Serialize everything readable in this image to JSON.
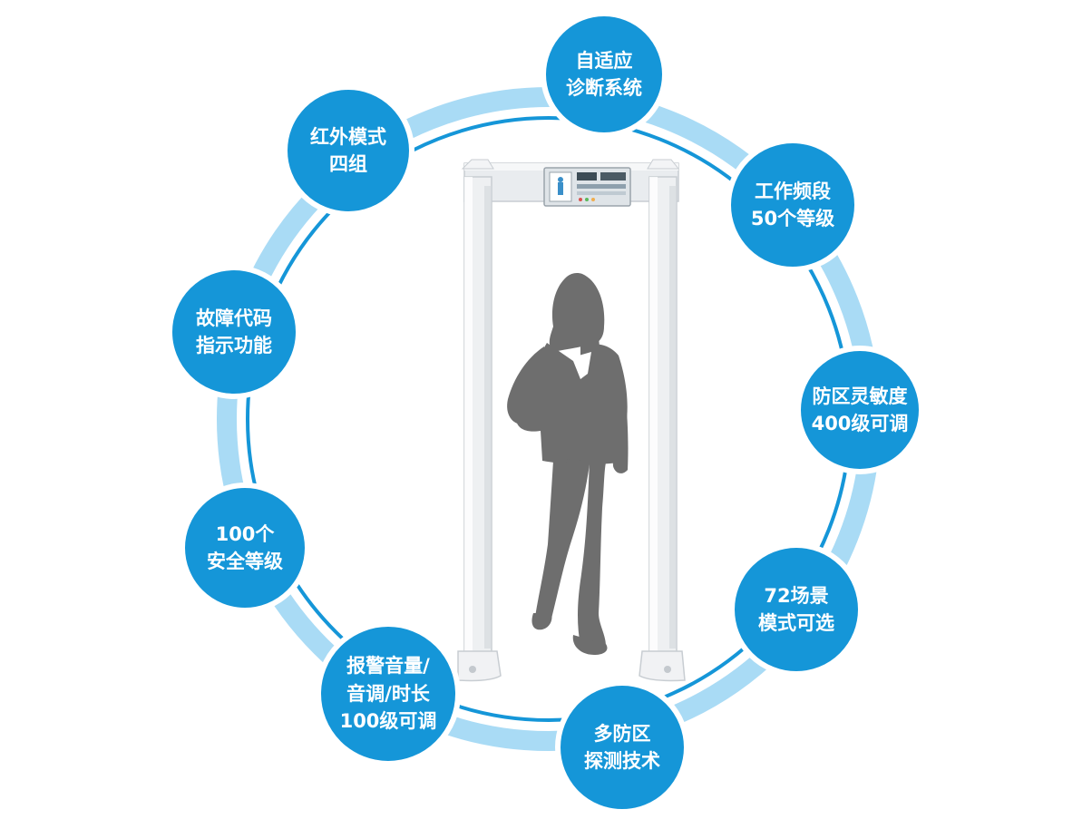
{
  "colors": {
    "circle_fill": "#1596d8",
    "ring_outer": "#a9dbf5",
    "ring_inner": "#1596d8",
    "silhouette": "#6e6e6e",
    "frame": "#eef0f2"
  },
  "device": {
    "name": "walk-through-metal-detector",
    "figure": "person-silhouette"
  },
  "features": [
    {
      "id": "adaptive-diagnosis",
      "lines": [
        "自适应",
        "诊断系统"
      ]
    },
    {
      "id": "work-frequency",
      "lines": [
        "工作频段",
        "50个等级"
      ]
    },
    {
      "id": "zone-sensitivity",
      "lines": [
        "防区灵敏度",
        "400级可调"
      ]
    },
    {
      "id": "scene-modes",
      "lines": [
        "72场景",
        "模式可选"
      ]
    },
    {
      "id": "multi-zone",
      "lines": [
        "多防区",
        "探测技术"
      ]
    },
    {
      "id": "alarm-volume",
      "lines": [
        "报警音量/",
        "音调/时长",
        "100级可调"
      ]
    },
    {
      "id": "security-levels",
      "lines": [
        "100个",
        "安全等级"
      ]
    },
    {
      "id": "fault-code",
      "lines": [
        "故障代码",
        "指示功能"
      ]
    },
    {
      "id": "infrared-mode",
      "lines": [
        "红外模式",
        "四组"
      ]
    }
  ]
}
